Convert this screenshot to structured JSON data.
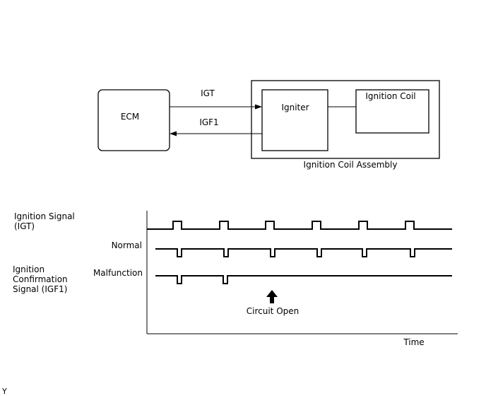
{
  "block_diagram": {
    "ecm": "ECM",
    "igniter": "Igniter",
    "ignition_coil": "Ignition Coil",
    "assembly": "Ignition Coil Assembly",
    "igt_line": "IGT",
    "igf1_line": "IGF1"
  },
  "timing_chart": {
    "ignition_signal_line1": "Ignition Signal",
    "ignition_signal_line2": "(IGT)",
    "confirmation_line1": "Ignition",
    "confirmation_line2": "Confirmation",
    "confirmation_line3": "Signal (IGF1)",
    "normal": "Normal",
    "malfunction": "Malfunction",
    "circuit_open": "Circuit Open",
    "time_axis": "Time",
    "igt_pulse_count": 6,
    "igf1_normal_pulse_count": 6,
    "igf1_malfunction_pulse_count": 2
  },
  "corner_mark": "Y"
}
